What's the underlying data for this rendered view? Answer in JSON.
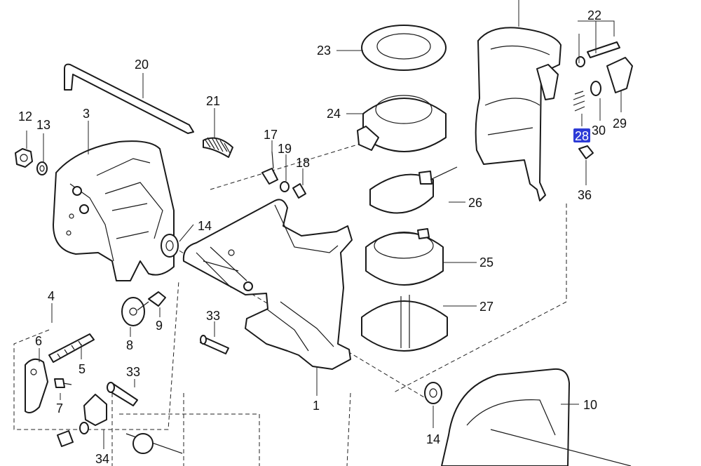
{
  "callouts": [
    {
      "id": "c1",
      "text": "1"
    },
    {
      "id": "c3",
      "text": "3"
    },
    {
      "id": "c4",
      "text": "4"
    },
    {
      "id": "c5",
      "text": "5"
    },
    {
      "id": "c6",
      "text": "6"
    },
    {
      "id": "c7",
      "text": "7"
    },
    {
      "id": "c8",
      "text": "8"
    },
    {
      "id": "c9",
      "text": "9"
    },
    {
      "id": "c10",
      "text": "10"
    },
    {
      "id": "c12",
      "text": "12"
    },
    {
      "id": "c13",
      "text": "13"
    },
    {
      "id": "c14a",
      "text": "14"
    },
    {
      "id": "c14b",
      "text": "14"
    },
    {
      "id": "c17",
      "text": "17"
    },
    {
      "id": "c18",
      "text": "18"
    },
    {
      "id": "c19",
      "text": "19"
    },
    {
      "id": "c20",
      "text": "20"
    },
    {
      "id": "c21",
      "text": "21"
    },
    {
      "id": "c22",
      "text": "22"
    },
    {
      "id": "c23",
      "text": "23"
    },
    {
      "id": "c24",
      "text": "24"
    },
    {
      "id": "c25",
      "text": "25"
    },
    {
      "id": "c26",
      "text": "26"
    },
    {
      "id": "c27",
      "text": "27"
    },
    {
      "id": "c28",
      "text": "28",
      "highlighted": true
    },
    {
      "id": "c29",
      "text": "29"
    },
    {
      "id": "c30",
      "text": "30"
    },
    {
      "id": "c33a",
      "text": "33"
    },
    {
      "id": "c33b",
      "text": "33"
    },
    {
      "id": "c34",
      "text": "34"
    },
    {
      "id": "c36",
      "text": "36"
    }
  ],
  "colors": {
    "line": "#1a1a1a",
    "highlight": "#2d3bd6",
    "background": "#ffffff"
  }
}
